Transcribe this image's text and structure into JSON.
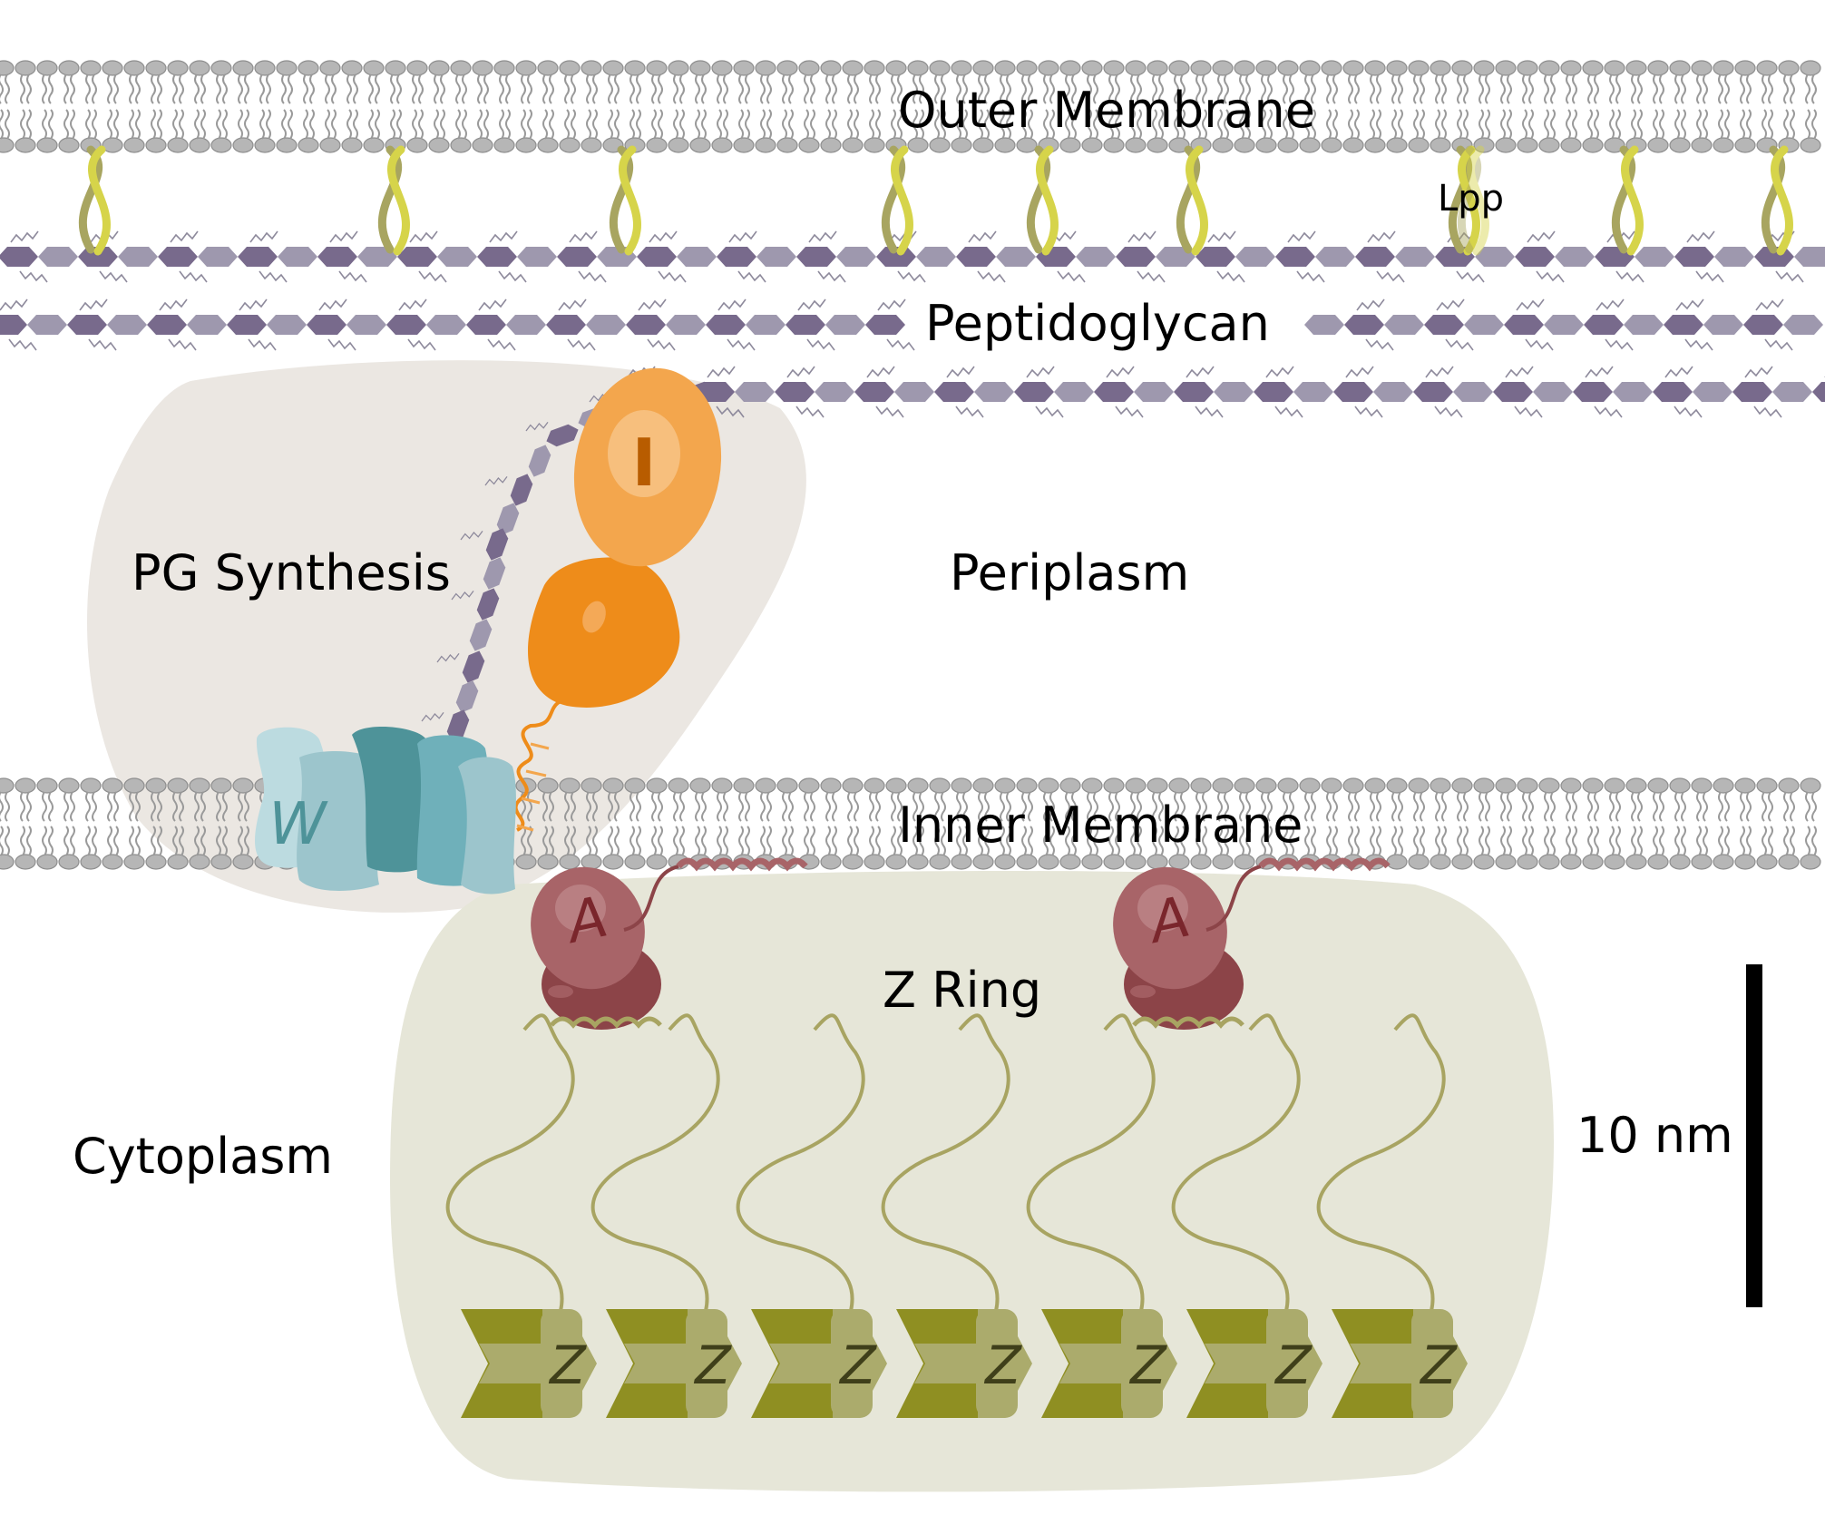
{
  "labels": {
    "outer_membrane": "Outer Membrane",
    "lpp": "Lpp",
    "peptidoglycan": "Peptidoglycan",
    "pg_synthesis": "PG Synthesis",
    "periplasm": "Periplasm",
    "inner_membrane": "Inner Membrane",
    "z_ring": "Z Ring",
    "cytoplasm": "Cytoplasm",
    "scale_bar": "10 nm"
  },
  "protein_letters": {
    "ftsI": "I",
    "ftsW": "W",
    "ftsA": "A",
    "ftsZ": "Z"
  },
  "counts": {
    "ftsa_copies": 2,
    "ftsz_copies": 7,
    "lpp_copies": 10,
    "peptidoglycan_strands": 3
  },
  "colors": {
    "membrane_head": "#b4b4b4",
    "membrane_tail": "#9a9a9a",
    "glycan_dark": "#786a8c",
    "glycan_light": "#9e98ae",
    "lpp_yellow": "#d6d44a",
    "lpp_olive": "#a8a560",
    "pg_region": "#ebe7e2",
    "zring_region": "#e6e6d8",
    "ftsi_light": "#f3a64d",
    "ftsi_dark": "#ee8c1a",
    "ftsw_light": "#bcdbe0",
    "ftsw_mid": "#6fb0ba",
    "ftsw_dark": "#4e9399",
    "ftsa": "#a86468",
    "ftsa_dark": "#8c4448",
    "ftsz_dark": "#8f8f22",
    "ftsz_light": "#abab6c",
    "tether": "#a8a462"
  }
}
